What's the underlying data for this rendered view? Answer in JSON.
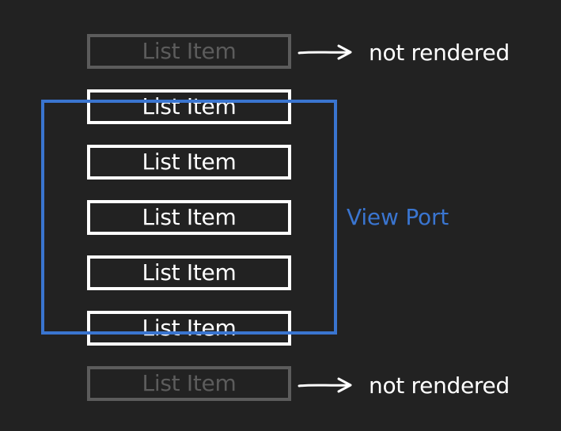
{
  "list_items": [
    {
      "label": "List Item",
      "rendered": false
    },
    {
      "label": "List Item",
      "rendered": true
    },
    {
      "label": "List Item",
      "rendered": true
    },
    {
      "label": "List Item",
      "rendered": true
    },
    {
      "label": "List Item",
      "rendered": true
    },
    {
      "label": "List Item",
      "rendered": true
    },
    {
      "label": "List Item",
      "rendered": false
    }
  ],
  "viewport": {
    "label": "View Port",
    "color": "#3a75d0"
  },
  "annotations": {
    "top": "not rendered",
    "bottom": "not rendered"
  },
  "colors": {
    "background": "#222222",
    "rendered_item": "#ffffff",
    "not_rendered_item": "#5c5c5c"
  },
  "icons": {
    "pointer": "right-arrow-icon"
  }
}
